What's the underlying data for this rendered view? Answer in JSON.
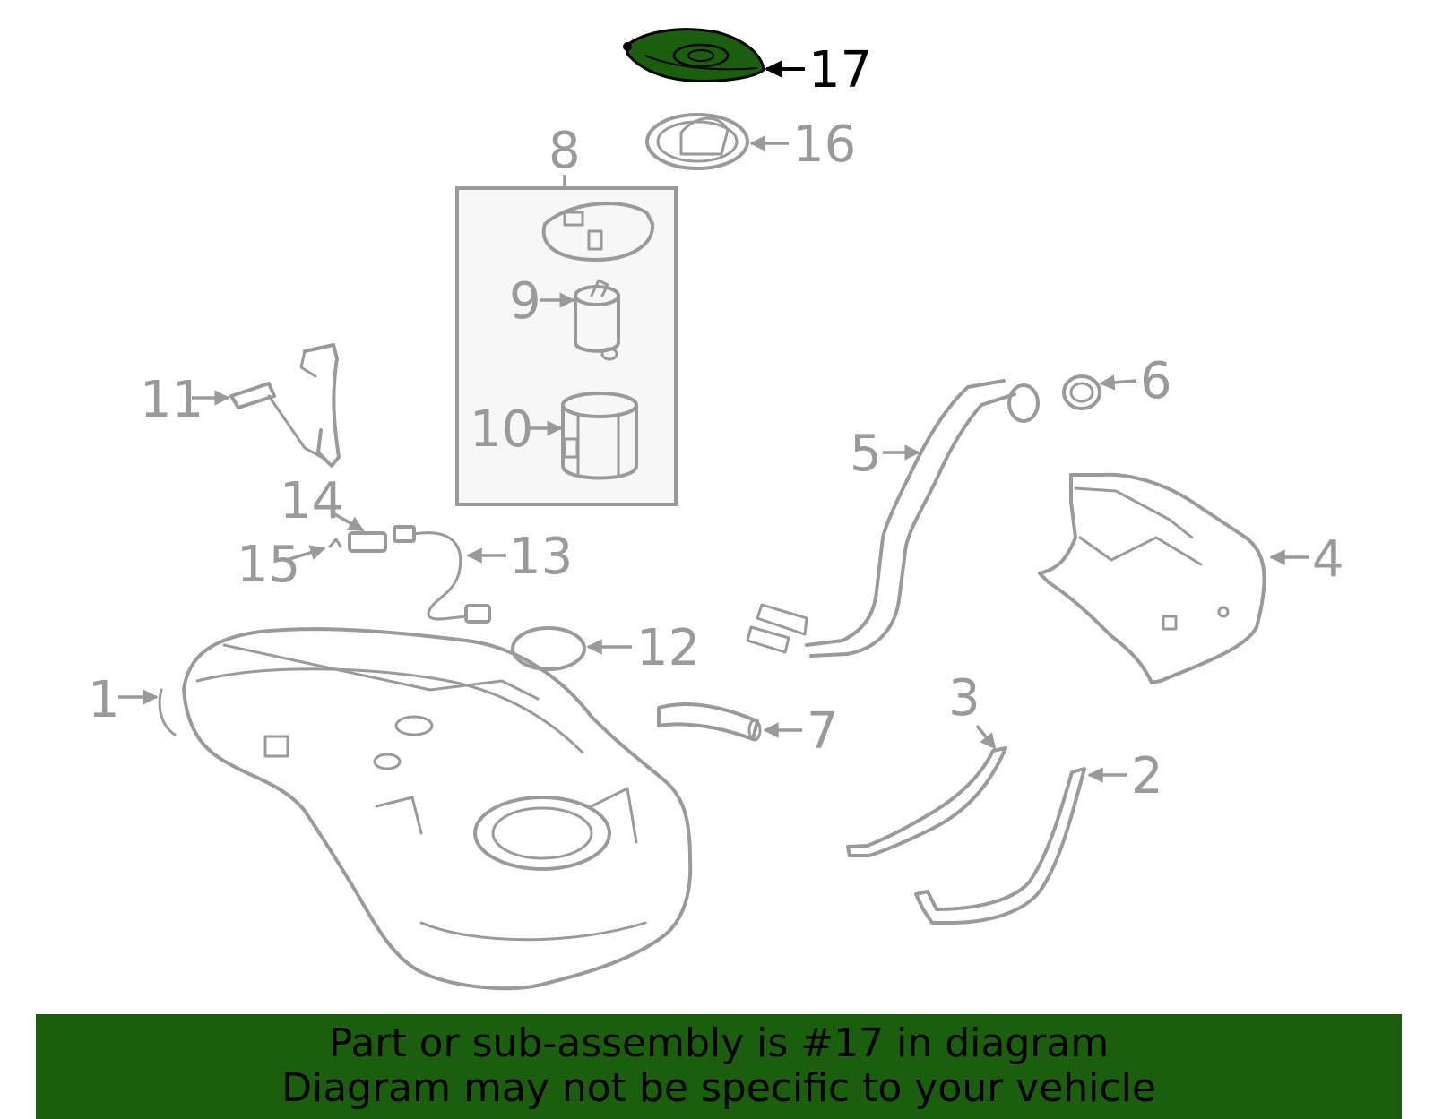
{
  "callouts": {
    "c1": "1",
    "c2": "2",
    "c3": "3",
    "c4": "4",
    "c5": "5",
    "c6": "6",
    "c7": "7",
    "c8": "8",
    "c9": "9",
    "c10": "10",
    "c11": "11",
    "c12": "12",
    "c13": "13",
    "c14": "14",
    "c15": "15",
    "c16": "16",
    "c17": "17"
  },
  "highlighted_part": "17",
  "colors": {
    "highlight_fill": "#1b5e0e",
    "outline": "#9a9a9a",
    "banner_bg": "#1b5e0e"
  },
  "banner": {
    "line1": "Part or sub-assembly is #17 in diagram",
    "line2": "Diagram may not be specific to your vehicle"
  }
}
